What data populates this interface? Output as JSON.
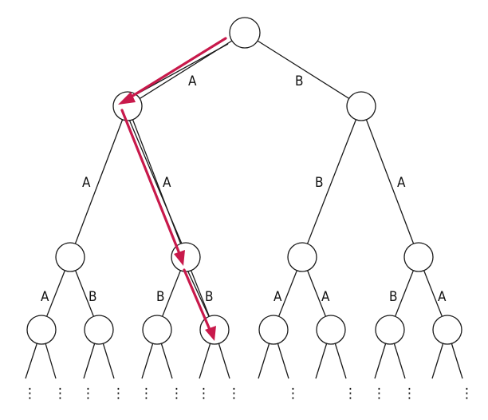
{
  "tree": {
    "root_edges": [
      "A",
      "B"
    ],
    "level2_edges": [
      "A",
      "A",
      "B",
      "A"
    ],
    "level3_edges": [
      "A",
      "B",
      "B",
      "B",
      "A",
      "A",
      "B",
      "A"
    ],
    "continuation": "⋮"
  },
  "highlight": {
    "color": "#c8194b",
    "path": [
      "A",
      "A",
      "B"
    ]
  }
}
